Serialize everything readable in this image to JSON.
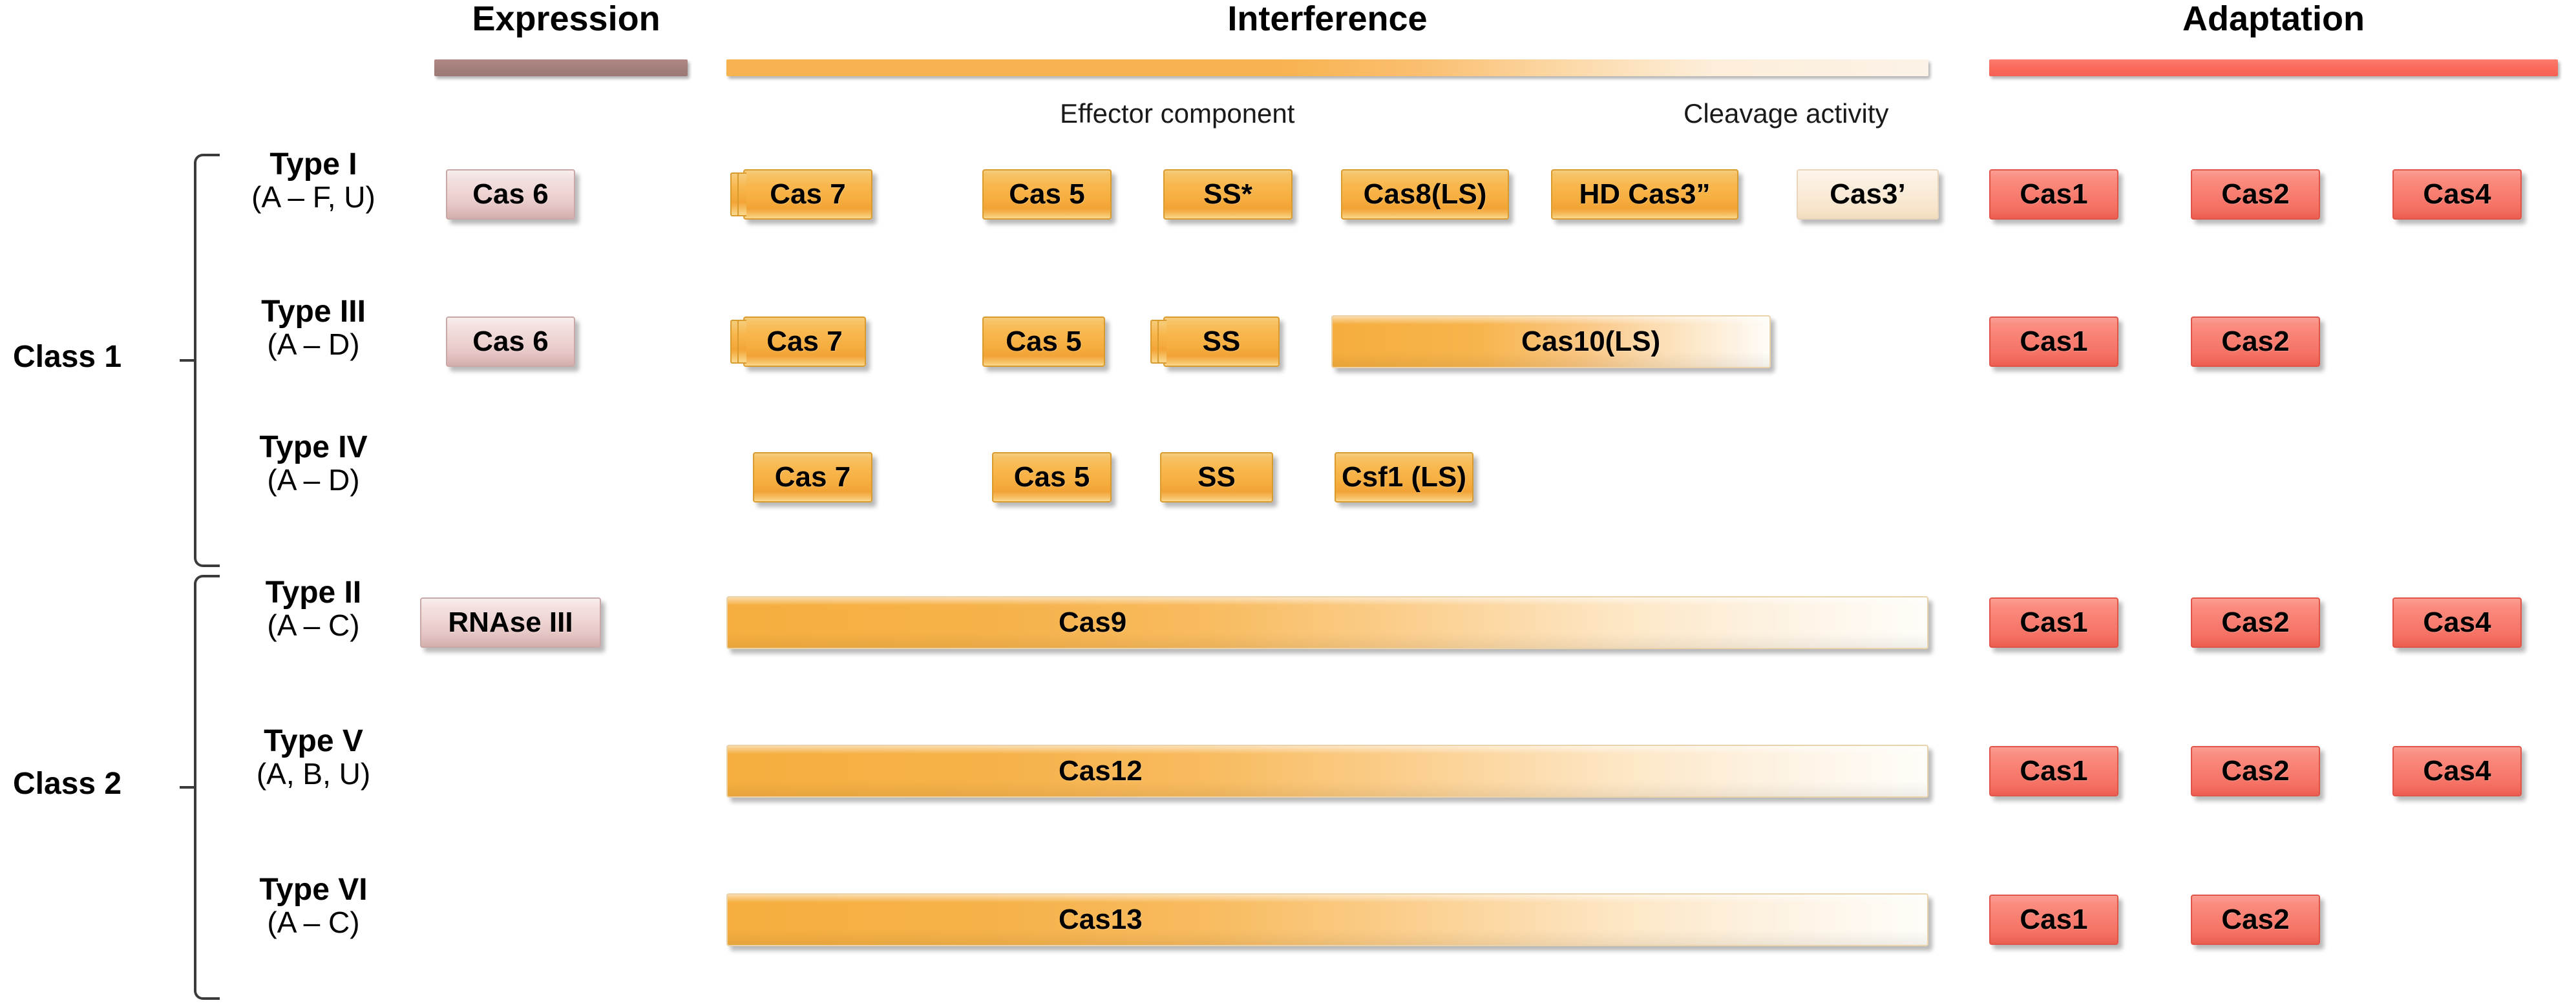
{
  "header": {
    "sections": [
      {
        "title": "Expression",
        "bar_color": "#a5817d"
      },
      {
        "title": "Interference",
        "bar_color": "#f8b350"
      },
      {
        "title": "Adaptation",
        "bar_color": "#fa6a5c"
      }
    ],
    "interference_left_label": "Effector component",
    "interference_right_label": "Cleavage activity"
  },
  "classes": [
    {
      "label": "Class 1"
    },
    {
      "label": "Class 2"
    }
  ],
  "rows": [
    {
      "type_name": "Type I",
      "type_subtypes": "(A – F,  U)",
      "expression": [
        {
          "label": "Cas 6",
          "style": "pink"
        }
      ],
      "interference": [
        {
          "label": "Cas 7",
          "style": "orange",
          "stacked": true
        },
        {
          "label": "Cas 5",
          "style": "orange",
          "stacked": false
        },
        {
          "label": "SS*",
          "style": "orange",
          "stacked": false
        },
        {
          "label": "Cas8(LS)",
          "style": "orange",
          "stacked": false
        },
        {
          "label": "HD Cas3”",
          "style": "orange",
          "stacked": false
        },
        {
          "label": "Cas3’",
          "style": "cream",
          "stacked": false
        }
      ],
      "adaptation": [
        {
          "label": "Cas1",
          "style": "red"
        },
        {
          "label": "Cas2",
          "style": "red"
        },
        {
          "label": "Cas4",
          "style": "red"
        }
      ]
    },
    {
      "type_name": "Type III",
      "type_subtypes": "(A – D)",
      "expression": [
        {
          "label": "Cas 6",
          "style": "pink"
        }
      ],
      "interference": [
        {
          "label": "Cas 7",
          "style": "orange",
          "stacked": true
        },
        {
          "label": "Cas 5",
          "style": "orange",
          "stacked": false
        },
        {
          "label": "SS",
          "style": "orange",
          "stacked": true
        },
        {
          "label": "Cas10(LS)",
          "style": "gradient-mid",
          "stacked": false
        }
      ],
      "adaptation": [
        {
          "label": "Cas1",
          "style": "red"
        },
        {
          "label": "Cas2",
          "style": "red"
        }
      ]
    },
    {
      "type_name": "Type IV",
      "type_subtypes": "(A – D)",
      "expression": [],
      "interference": [
        {
          "label": "Cas 7",
          "style": "orange",
          "stacked": false
        },
        {
          "label": "Cas 5",
          "style": "orange",
          "stacked": false
        },
        {
          "label": "SS",
          "style": "orange",
          "stacked": false
        },
        {
          "label": "Csf1 (LS)",
          "style": "orange",
          "stacked": false
        }
      ],
      "adaptation": []
    },
    {
      "type_name": "Type II",
      "type_subtypes": "(A – C)",
      "expression": [
        {
          "label": "RNAse III",
          "style": "pink"
        }
      ],
      "interference": [
        {
          "label": "Cas9",
          "style": "gradient-long",
          "stacked": false
        }
      ],
      "adaptation": [
        {
          "label": "Cas1",
          "style": "red"
        },
        {
          "label": "Cas2",
          "style": "red"
        },
        {
          "label": "Cas4",
          "style": "red"
        }
      ]
    },
    {
      "type_name": "Type V",
      "type_subtypes": "(A, B, U)",
      "expression": [],
      "interference": [
        {
          "label": "Cas12",
          "style": "gradient-long",
          "stacked": false
        }
      ],
      "adaptation": [
        {
          "label": "Cas1",
          "style": "red"
        },
        {
          "label": "Cas2",
          "style": "red"
        },
        {
          "label": "Cas4",
          "style": "red"
        }
      ]
    },
    {
      "type_name": "Type VI",
      "type_subtypes": "(A – C)",
      "expression": [],
      "interference": [
        {
          "label": "Cas13",
          "style": "gradient-long",
          "stacked": false
        }
      ],
      "adaptation": [
        {
          "label": "Cas1",
          "style": "red"
        },
        {
          "label": "Cas2",
          "style": "red"
        }
      ]
    }
  ]
}
